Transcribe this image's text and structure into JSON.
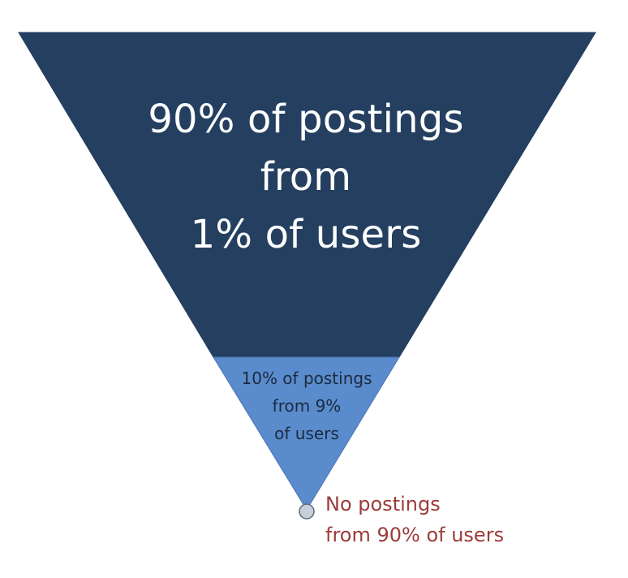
{
  "diagram": {
    "type": "inverted-pyramid",
    "segments": [
      {
        "id": "top",
        "lines": [
          "90% of postings",
          "from",
          "1% of users"
        ],
        "color": "#243f60",
        "text_color": "#ffffff"
      },
      {
        "id": "middle",
        "lines": [
          "10% of postings",
          "from 9%",
          "of users"
        ],
        "color": "#5a8bcc",
        "text_color": "#1b2a3f"
      },
      {
        "id": "apex",
        "lines": [
          "No postings",
          "from 90% of users"
        ],
        "color": "#c7cfd9",
        "text_color": "#9b3c39"
      }
    ]
  }
}
